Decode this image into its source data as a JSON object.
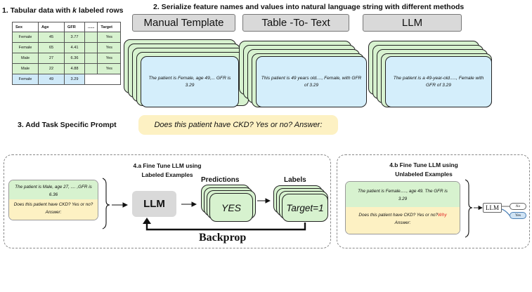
{
  "step1": {
    "prefix": "1. Tabular data with ",
    "italic": "k",
    "suffix": " labeled rows"
  },
  "table": {
    "headers": [
      "Sex",
      "Age",
      "GFR",
      "......",
      "Target"
    ],
    "rows": [
      [
        "Female",
        "45",
        "3.77",
        "",
        "Yes"
      ],
      [
        "Female",
        "65",
        "4.41",
        "",
        "Yes"
      ],
      [
        "Male",
        "27",
        "6.36",
        "",
        "Yes"
      ],
      [
        "Male",
        "22",
        "4.88",
        "",
        "Yes"
      ],
      [
        "Female",
        "49",
        "3.29",
        "",
        ""
      ]
    ]
  },
  "step2": {
    "title": "2. Serialize feature names and values into natural language string with different methods"
  },
  "methods": [
    {
      "label": "Manual Template",
      "text": "The patient is Female, age 49,... GFR is 3.29"
    },
    {
      "label": "Table -To- Text",
      "text": "This patient is 49 years old...., Female, with GFR of 3.29"
    },
    {
      "label": "LLM",
      "text": "The patient is a 49-year-old....., Female with GFR of 3.29"
    }
  ],
  "step3": {
    "title": "3. Add Task Specific Prompt",
    "prompt": "Does this patient have CKD? Yes or no? Answer:"
  },
  "step4a": {
    "title_line1": "4.a Fine Tune LLM using",
    "title_line2": "Labeled Examples",
    "panel_top": "The patient is Male, age 27, .... ,GFR is 6.36",
    "panel_bottom": "Does this patient have CKD? Yes or no? Answer:",
    "llm": "LLM",
    "predictions_label": "Predictions",
    "prediction": "YES",
    "labels_label": "Labels",
    "label_value": "Target=1",
    "backprop": "Backprop"
  },
  "step4b": {
    "title_line1": "4.b Fine Tune LLM using",
    "title_line2": "Unlabeled Examples",
    "panel_top": "The patient is Female....., age 49. The GFR is 3.29",
    "panel_bottom_1": "Does this patient have CKD? Yes or no?",
    "panel_bottom_why": "Why",
    "panel_bottom_2": "Answer:",
    "llm": "LLM",
    "option_no": "No",
    "option_yes": "Yes"
  },
  "colors": {
    "green_card": "#d7f2cf",
    "blue_card": "#d4eefb",
    "yellow_prompt": "#fdf1c3",
    "gray_box": "#d9d9d9",
    "why_red": "#e02020",
    "yes_option": "#cfe3f4"
  }
}
